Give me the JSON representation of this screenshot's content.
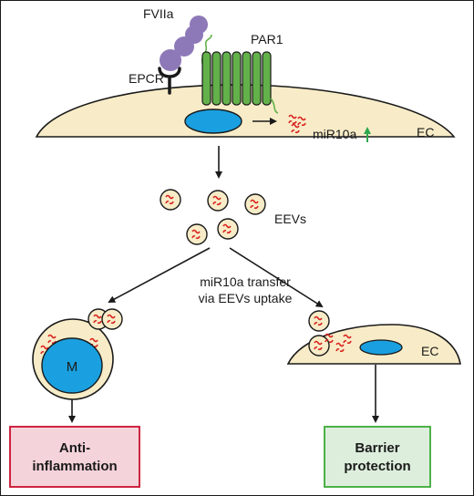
{
  "labels": {
    "fviia": "FVIIa",
    "par1": "PAR1",
    "epcr": "EPCR",
    "mir10a": "miR10a",
    "ec_top": "EC",
    "eevs": "EEVs",
    "transfer_line1": "miR10a transfer",
    "transfer_line2": "via EEVs uptake",
    "macrophage": "M",
    "ec_right": "EC"
  },
  "outcomes": {
    "left": {
      "line1": "Anti-",
      "line2": "inflammation",
      "border_color": "#c8102e",
      "fill_color": "#f5d3da"
    },
    "right": {
      "line1": "Barrier",
      "line2": "protection",
      "border_color": "#3aaa35",
      "fill_color": "#ddeedd"
    }
  },
  "colors": {
    "cell_fill": "#f8ecc8",
    "nucleus": "#1aa0e0",
    "par1": "#63b14a",
    "fviia": "#8e79b8",
    "mirna": "#d9231f",
    "up_arrow": "#2fa84f"
  }
}
